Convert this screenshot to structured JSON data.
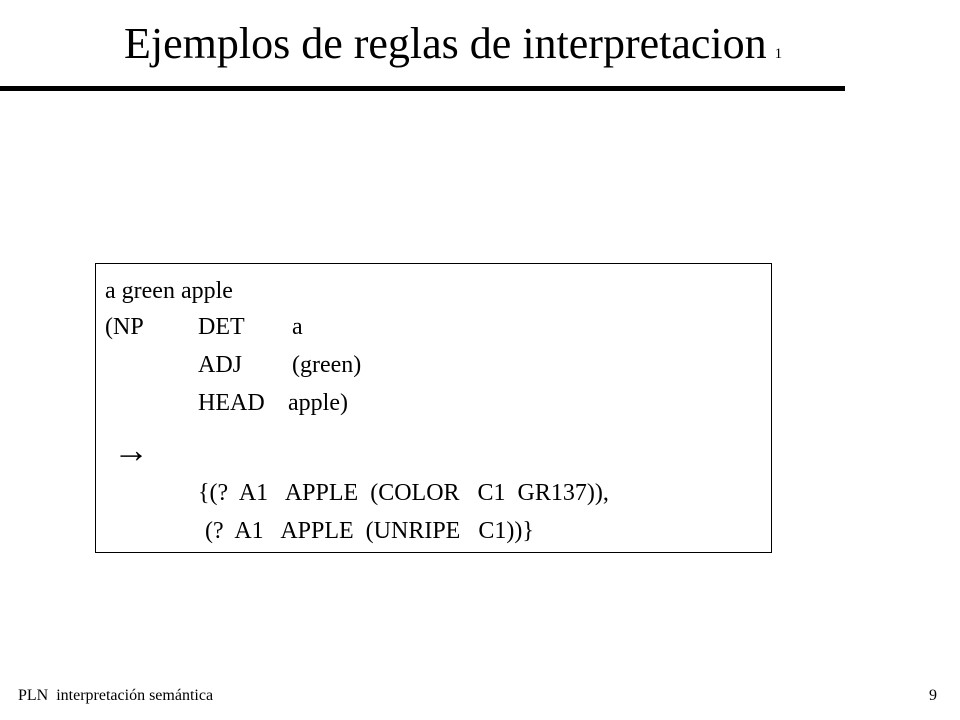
{
  "slide": {
    "title": "Ejemplos de reglas de interpretacion",
    "title_suffix": "1"
  },
  "example": {
    "phrase": "a green apple",
    "np_open": "(NP",
    "det_label": "DET",
    "det_value": "a",
    "adj_label": "ADJ",
    "adj_value": "(green)",
    "head_label": "HEAD",
    "head_value": "apple)",
    "arrow": "→",
    "result_line1": "{(?  A1   APPLE  (COLOR   C1  GR137)),",
    "result_line2": "(?  A1   APPLE  (UNRIPE   C1))}"
  },
  "footer": {
    "left_text": "PLN  interpretación semántica",
    "page_number": "9"
  }
}
